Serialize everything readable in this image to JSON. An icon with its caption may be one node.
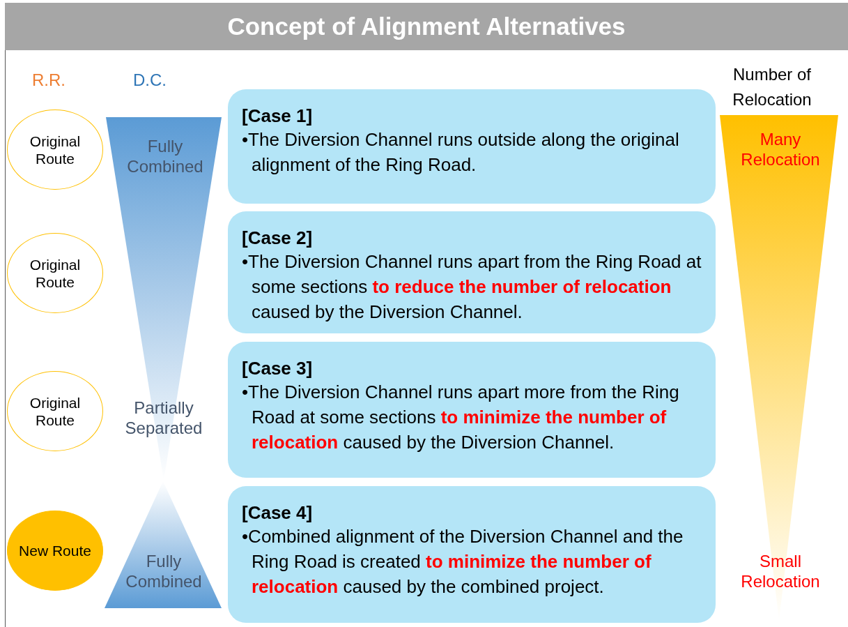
{
  "diagram": {
    "title": "Concept of Alignment Alternatives",
    "nodes": [
      {
        "text": [
          "Original Route"
        ]
      },
      {
        "text": [
          "Original Route"
        ]
      },
      {
        "text": [
          "Original Route"
        ]
      },
      {
        "text": [
          "New Route"
        ]
      },
      {
        "text": [
          "Fully Combined",
          "Partially Separated"
        ]
      },
      {
        "text": [
          "Fully Combined"
        ]
      },
      {
        "text": [
          "[Case 1]",
          "•The Diversion Channel runs outside along the original alignment of the Ring Road."
        ]
      },
      {
        "text": [
          "[Case 2]",
          "•The Diversion Channel runs apart from the Ring Road at some sections **to reduce the number of relocation** caused by the Diversion Channel."
        ]
      },
      {
        "text": [
          "[Case 3]",
          "•The Diversion Channel runs apart more from the Ring Road at some sections **to minimize the number of relocation** caused by the Diversion Channel."
        ]
      },
      {
        "text": [
          "[Case 4]",
          "•Combined alignment of the Diversion Channel and the Ring Road is created **to minimize the number of relocation** caused by the combined project."
        ]
      },
      {
        "text": [
          "Many Relocation",
          "Small Relocation"
        ]
      }
    ],
    "edges": [],
    "labels": [
      "R.R.",
      "D.C.",
      "Number of Relocation"
    ]
  }
}
